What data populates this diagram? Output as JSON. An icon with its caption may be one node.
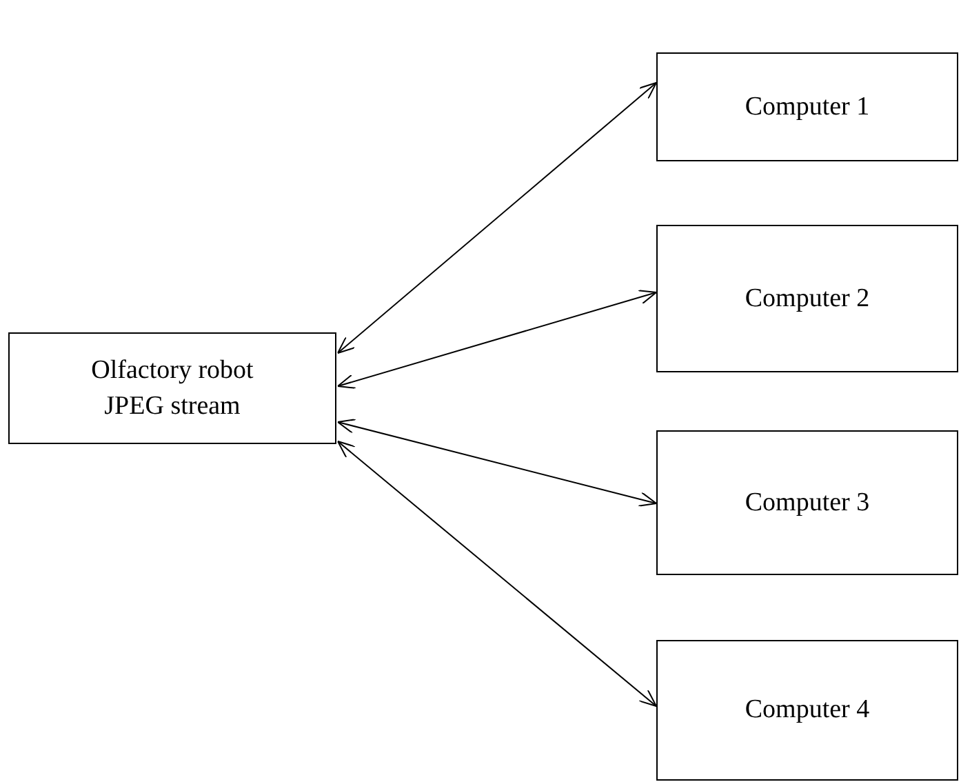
{
  "diagram": {
    "nodes": [
      {
        "text": [
          "Olfactory robot",
          "JPEG stream"
        ]
      },
      {
        "text": [
          "Computer 1"
        ]
      },
      {
        "text": [
          "Computer 2"
        ]
      },
      {
        "text": [
          "Computer 3"
        ]
      },
      {
        "text": [
          "Computer 4"
        ]
      }
    ],
    "edges": [
      {
        "from": 0,
        "to": 1,
        "arrow": "both"
      },
      {
        "from": 0,
        "to": 2,
        "arrow": "both"
      },
      {
        "from": 0,
        "to": 3,
        "arrow": "both"
      },
      {
        "from": 0,
        "to": 4,
        "arrow": "both"
      }
    ]
  }
}
